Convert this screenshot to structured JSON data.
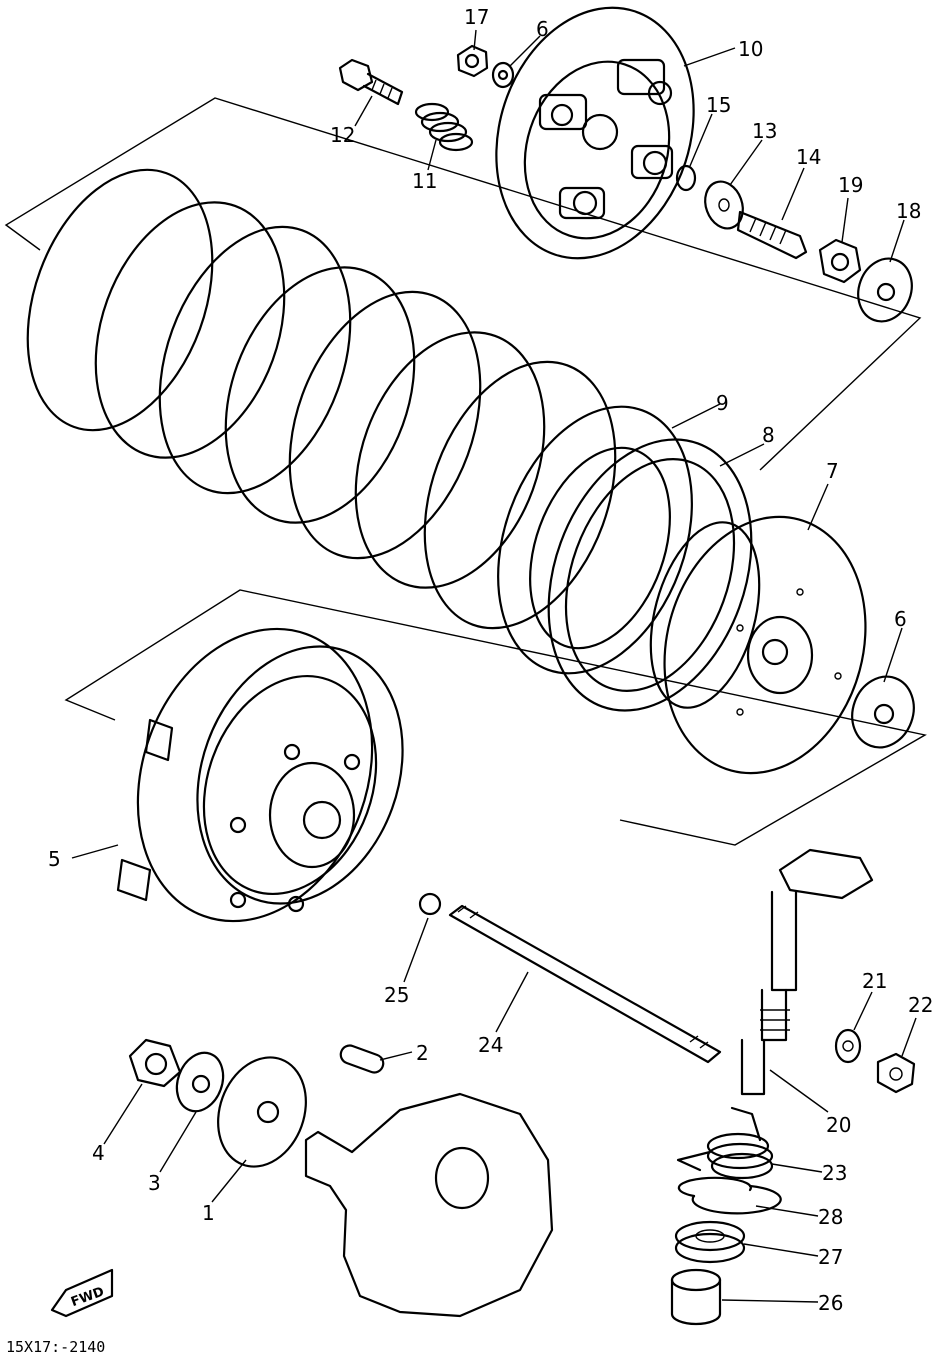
{
  "diagram": {
    "callouts": [
      {
        "id": "label-17",
        "text": "17"
      },
      {
        "id": "label-6-top",
        "text": "6"
      },
      {
        "id": "label-10",
        "text": "10"
      },
      {
        "id": "label-12",
        "text": "12"
      },
      {
        "id": "label-11",
        "text": "11"
      },
      {
        "id": "label-15",
        "text": "15"
      },
      {
        "id": "label-13",
        "text": "13"
      },
      {
        "id": "label-14",
        "text": "14"
      },
      {
        "id": "label-19",
        "text": "19"
      },
      {
        "id": "label-18",
        "text": "18"
      },
      {
        "id": "label-9",
        "text": "9"
      },
      {
        "id": "label-8",
        "text": "8"
      },
      {
        "id": "label-7",
        "text": "7"
      },
      {
        "id": "label-6-right",
        "text": "6"
      },
      {
        "id": "label-5",
        "text": "5"
      },
      {
        "id": "label-25",
        "text": "25"
      },
      {
        "id": "label-24",
        "text": "24"
      },
      {
        "id": "label-2",
        "text": "2"
      },
      {
        "id": "label-21",
        "text": "21"
      },
      {
        "id": "label-22",
        "text": "22"
      },
      {
        "id": "label-20",
        "text": "20"
      },
      {
        "id": "label-4",
        "text": "4"
      },
      {
        "id": "label-3",
        "text": "3"
      },
      {
        "id": "label-1",
        "text": "1"
      },
      {
        "id": "label-23",
        "text": "23"
      },
      {
        "id": "label-28",
        "text": "28"
      },
      {
        "id": "label-27",
        "text": "27"
      },
      {
        "id": "label-26",
        "text": "26"
      }
    ],
    "direction_marker": "FWD",
    "drawing_code": "15X17:-2140"
  }
}
